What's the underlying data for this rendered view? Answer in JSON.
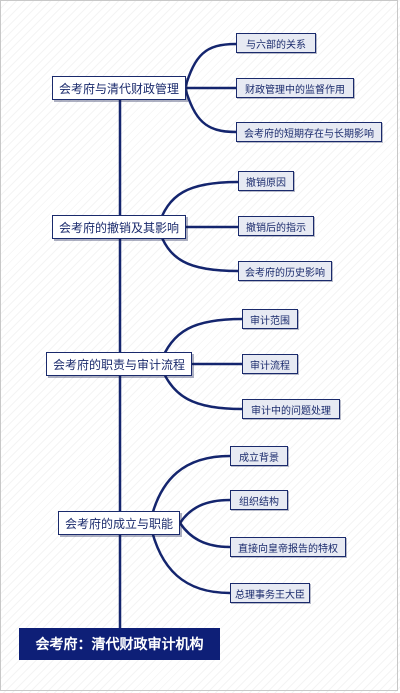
{
  "colors": {
    "line": "#14256e",
    "root_bg": "#0e1f77",
    "leaf_bg": "#e7eaf3"
  },
  "root": {
    "label": "会考府：清代财政审计机构"
  },
  "branches": [
    {
      "label": "会考府与清代财政管理",
      "children": [
        "与六部的关系",
        "财政管理中的监督作用",
        "会考府的短期存在与长期影响"
      ]
    },
    {
      "label": "会考府的撤销及其影响",
      "children": [
        "撤销原因",
        "撤销后的指示",
        "会考府的历史影响"
      ]
    },
    {
      "label": "会考府的职责与审计流程",
      "children": [
        "审计范围",
        "审计流程",
        "审计中的问题处理"
      ]
    },
    {
      "label": "会考府的成立与职能",
      "children": [
        "成立背景",
        "组织结构",
        "直接向皇帝报告的特权",
        "总理事务王大臣"
      ]
    }
  ]
}
